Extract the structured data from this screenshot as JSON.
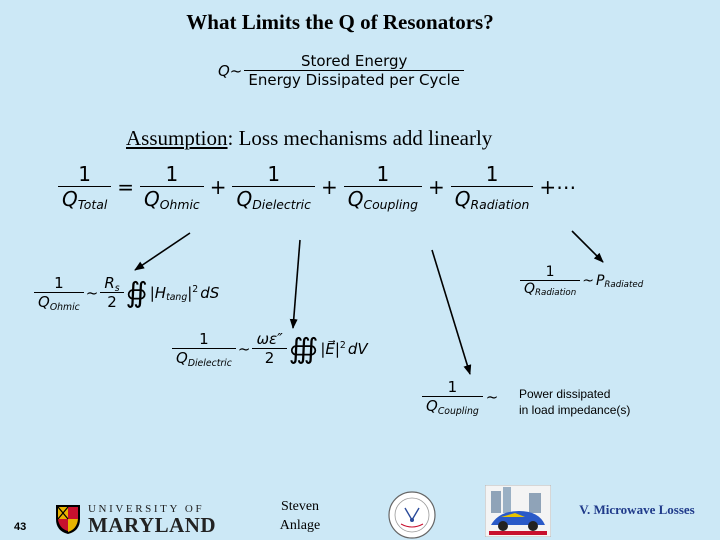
{
  "title": "What Limits the Q of Resonators?",
  "q_definition": {
    "lhs": "Q~",
    "numerator": "Stored Energy",
    "denominator": "Energy Dissipated per Cycle"
  },
  "assumption": {
    "label": "Assumption",
    "text": ": Loss mechanisms add linearly"
  },
  "main_equation": {
    "one": "1",
    "q": "Q",
    "sub_total": "Total",
    "sub_ohmic": "Ohmic",
    "sub_dielectric": "Dielectric",
    "sub_coupling": "Coupling",
    "sub_radiation": "Radiation",
    "equals": "=",
    "plus": "+",
    "trailing": "+⋯"
  },
  "ohmic_formula": {
    "approx": "~",
    "rs_num": "R",
    "rs_sub": "s",
    "two": "2",
    "integral": "∯",
    "field": "|H",
    "field_sub": "tang",
    "field_close": "|",
    "power": "2",
    "dS": "dS"
  },
  "dielectric_formula": {
    "approx": "~",
    "num": "ωε″",
    "two": "2",
    "integral": "∰",
    "field": "|E⃗|",
    "power": "2",
    "dV": "dV"
  },
  "coupling_formula": {
    "approx": "~",
    "caption_line1": "Power dissipated",
    "caption_line2": "in load impedance(s)"
  },
  "radiation_formula": {
    "approx": "~",
    "p": "P",
    "p_sub": "Radiated"
  },
  "footer": {
    "slide_number": "43",
    "university": "UNIVERSITY OF",
    "maryland": "MARYLAND",
    "presenter_first": "Steven",
    "presenter_last": "Anlage",
    "course": "V. Microwave Losses"
  },
  "colors": {
    "background": "#cce8f6",
    "course_text": "#1f3a8a"
  }
}
